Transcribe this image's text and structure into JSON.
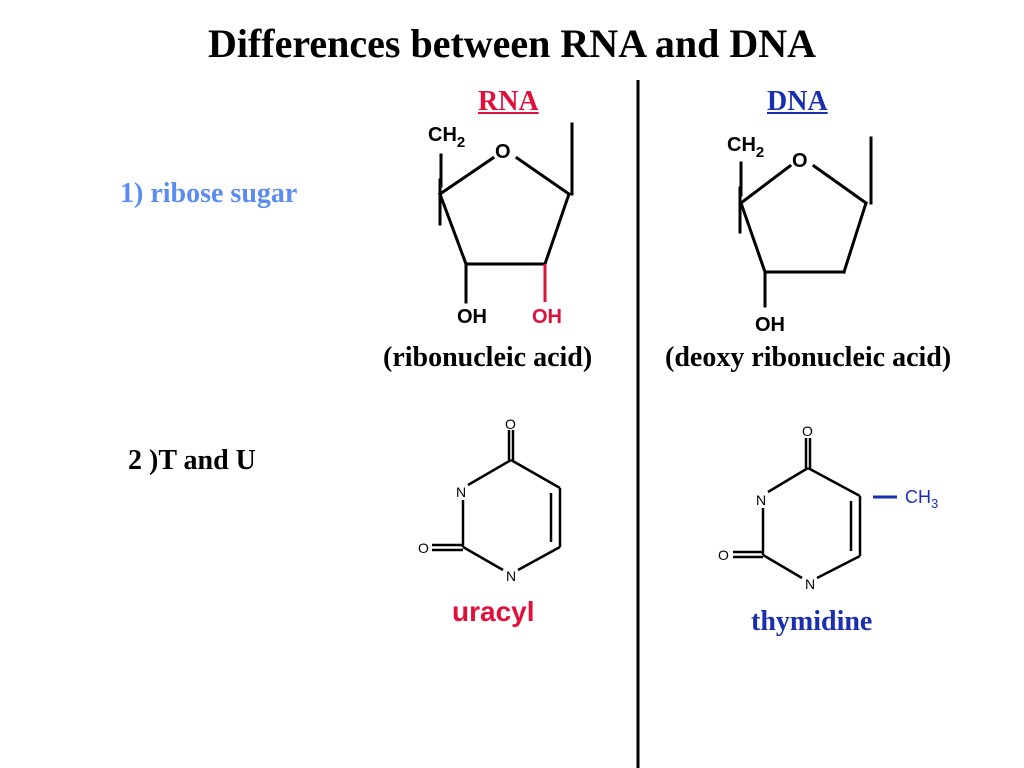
{
  "title": "Differences between RNA and DNA",
  "columns": {
    "rna": {
      "label": "RNA",
      "color": "#e0103a"
    },
    "dna": {
      "label": "DNA",
      "color": "#1a2fb0"
    }
  },
  "rows": {
    "sugar": {
      "label": "1) ribose sugar",
      "color": "#5b8cf0"
    },
    "bases": {
      "label": "2 )T and U",
      "color": "#000000"
    }
  },
  "rna_sugar": {
    "ch2": "CH",
    "ch2_sub": "2",
    "ring_o": "O",
    "oh_left": "OH",
    "oh_right": "OH",
    "oh_right_color": "#e0103a",
    "caption": "(ribonucleic acid)"
  },
  "dna_sugar": {
    "ch2": "CH",
    "ch2_sub": "2",
    "ring_o": "O",
    "oh": "OH",
    "caption": "(deoxy ribonucleic acid)"
  },
  "uracil": {
    "o_top": "O",
    "n_left": "N",
    "o_left": "O",
    "n_bottom": "N",
    "name": "uracyl",
    "name_color": "#e0103a"
  },
  "thymine": {
    "o_top": "O",
    "n_left": "N",
    "o_left": "O",
    "n_bottom": "N",
    "ch3": "CH",
    "ch3_sub": "3",
    "ch3_color": "#1a2fb0",
    "name": "thymidine",
    "name_color": "#1a2fb0"
  }
}
